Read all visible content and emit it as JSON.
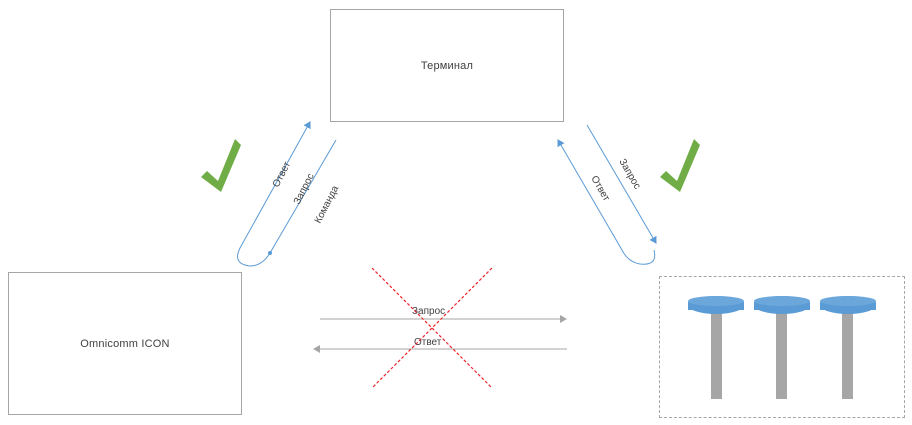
{
  "nodes": {
    "terminal": "Терминал",
    "omnicomm_icon": "Omnicomm ICON"
  },
  "links": {
    "left_answer": "Ответ",
    "left_request": "Запрос",
    "left_command": "Команда",
    "right_request": "Запрос",
    "right_answer": "Ответ",
    "bottom_request": "Запрос",
    "bottom_answer": "Ответ"
  },
  "status": {
    "left_link": "ok",
    "right_link": "ok",
    "direct_link": "blocked"
  },
  "colors": {
    "arrow_blue": "#5b9bd5",
    "arrow_gray": "#a6a6a6",
    "check_green": "#70ad47",
    "cross_red": "#e8262b",
    "sensor_cap": "#5b9bd5",
    "sensor_rod": "#a6a6a6"
  },
  "icons": {
    "check": "check-icon",
    "cross": "cross-icon",
    "sensor": "fuel-sensor-icon"
  }
}
